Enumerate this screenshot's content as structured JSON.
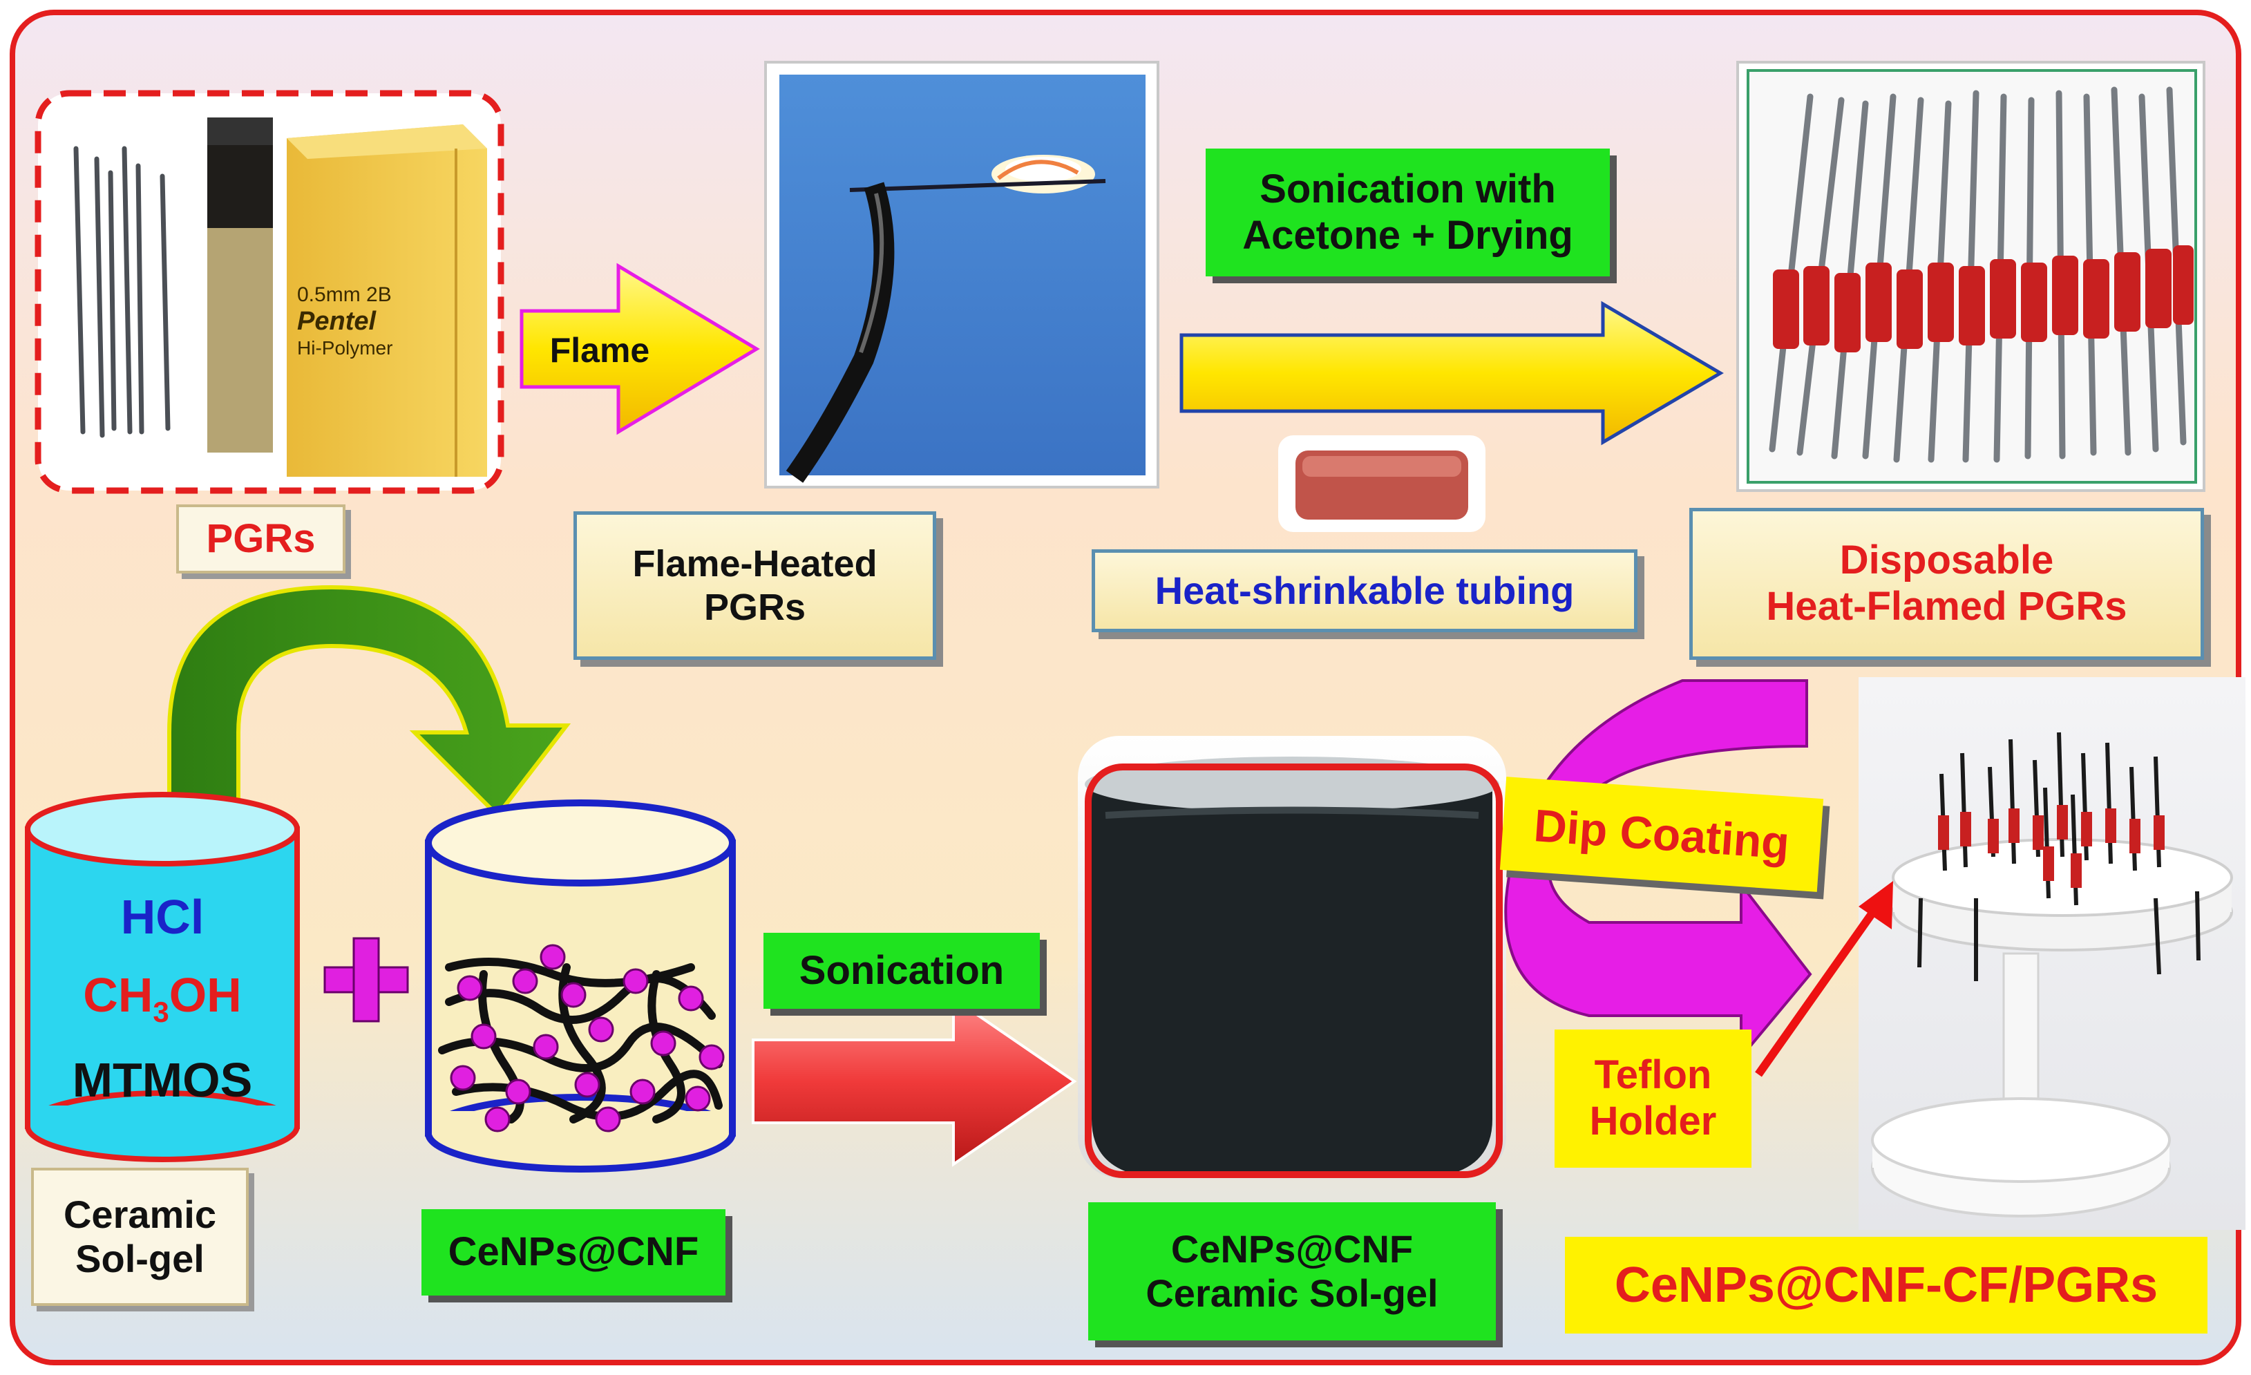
{
  "colors": {
    "frame": "#e41e1e",
    "label_green": "#1fe31f",
    "label_yellow": "#fff200",
    "text_red": "#e41e1e",
    "text_blue": "#1a23c8",
    "magenta": "#e61ee6"
  },
  "labels": {
    "pgrs": "PGRs",
    "flame": "Flame",
    "flame_heated_line1": "Flame-Heated",
    "flame_heated_line2": "PGRs",
    "sonication_acetone_line1": "Sonication with",
    "sonication_acetone_line2": "Acetone + Drying",
    "heat_shrinkable": "Heat-shrinkable tubing",
    "disposable_line1": "Disposable",
    "disposable_line2": "Heat-Flamed PGRs",
    "hcl": "HCl",
    "ch3oh_pre": "CH",
    "ch3oh_sub": "3",
    "ch3oh_post": "OH",
    "mtmos": "MTMOS",
    "plus": "+",
    "ceramic_line1": "Ceramic",
    "ceramic_line2": "Sol-gel",
    "cenps_cnf": "CeNPs@CNF",
    "sonication": "Sonication",
    "cenps_ceramic_line1": "CeNPs@CNF",
    "cenps_ceramic_line2": "Ceramic Sol-gel",
    "dip_coating": "Dip Coating",
    "teflon_line1": "Teflon",
    "teflon_line2": "Holder",
    "final_product": "CeNPs@CNF-CF/PGRs"
  },
  "photo_text": {
    "box_line1": "0.5mm  2B",
    "box_brand": "Pentel",
    "box_line2": "Hi-Polymer"
  }
}
